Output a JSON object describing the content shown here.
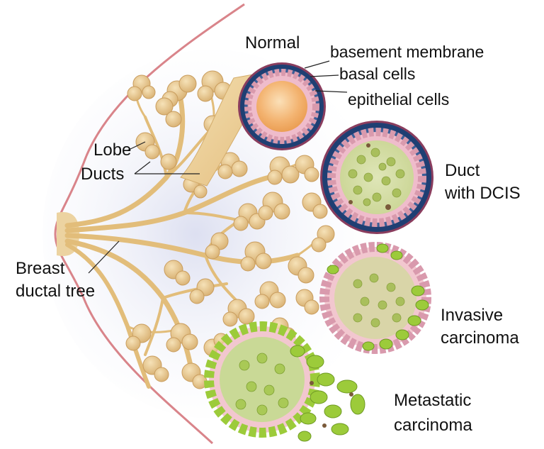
{
  "labels": {
    "normal": "Normal",
    "basement_membrane": "basement membrane",
    "basal_cells": "basal cells",
    "epithelial_cells": "epithelial cells",
    "lobe": "Lobe",
    "ducts": "Ducts",
    "duct_with_dcis_line1": "Duct",
    "duct_with_dcis_line2": "with DCIS",
    "breast_line1": "Breast",
    "breast_line2": "ductal tree",
    "invasive_line1": "Invasive",
    "invasive_line2": "carcinoma",
    "metastatic_line1": "Metastatic",
    "metastatic_line2": "carcinoma"
  },
  "colors": {
    "skin_outline": "#d9848a",
    "duct_tissue": "#e9c98a",
    "lobule": "#e6c48c",
    "basement_membrane": "#1f3f73",
    "epithelial_pink": "#efbccb",
    "lumen_orange": "#f0a85c",
    "tumor_green": "#a8c94a",
    "leader_line": "#222222"
  }
}
